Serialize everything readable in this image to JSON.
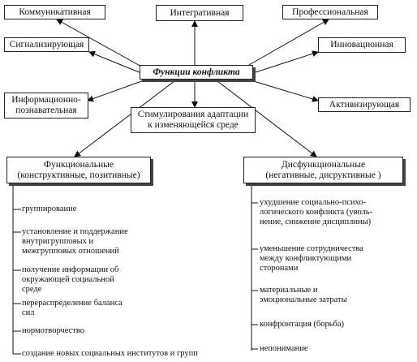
{
  "center": "Функции конфликта",
  "functions": {
    "communicative": "Коммуникативная",
    "integrative": "Интегративная",
    "professional": "Профессиональная",
    "signaling": "Сигнализирующая",
    "innovative": "Инновационная",
    "informational_line1": "Информационно-",
    "informational_line2": "познавательная",
    "stimulating_line1": "Стимулирования адаптации",
    "stimulating_line2": "к изменяющейся среде",
    "activating": "Активизирующая"
  },
  "functional": {
    "title_line1": "Функциональные",
    "title_line2": "(конструктивные, позитивные)",
    "items": [
      [
        "группирование"
      ],
      [
        "установление и поддержание",
        "внутригрупповых и",
        "межгрупповых отношений"
      ],
      [
        "получение информации об",
        "окружающей социальной",
        "среде"
      ],
      [
        "перераспределение баланса",
        "сил"
      ],
      [
        "нормотворчество"
      ],
      [
        "создание новых социальных институтов и групп"
      ]
    ]
  },
  "dysfunctional": {
    "title_line1": "Дисфункциональные",
    "title_line2": "(негативные, дисруктивные )",
    "items": [
      [
        "ухудшение социально-психо-",
        "логического конфликта (уволь-",
        "нение, снижение дисциплины)"
      ],
      [
        "уменьшение сотрудничества",
        "между конфликтующими",
        "сторонами"
      ],
      [
        "материальные и",
        "эмоциональные затраты"
      ],
      [
        "конфронтация (борьба)"
      ],
      [
        "непонимание"
      ]
    ]
  }
}
